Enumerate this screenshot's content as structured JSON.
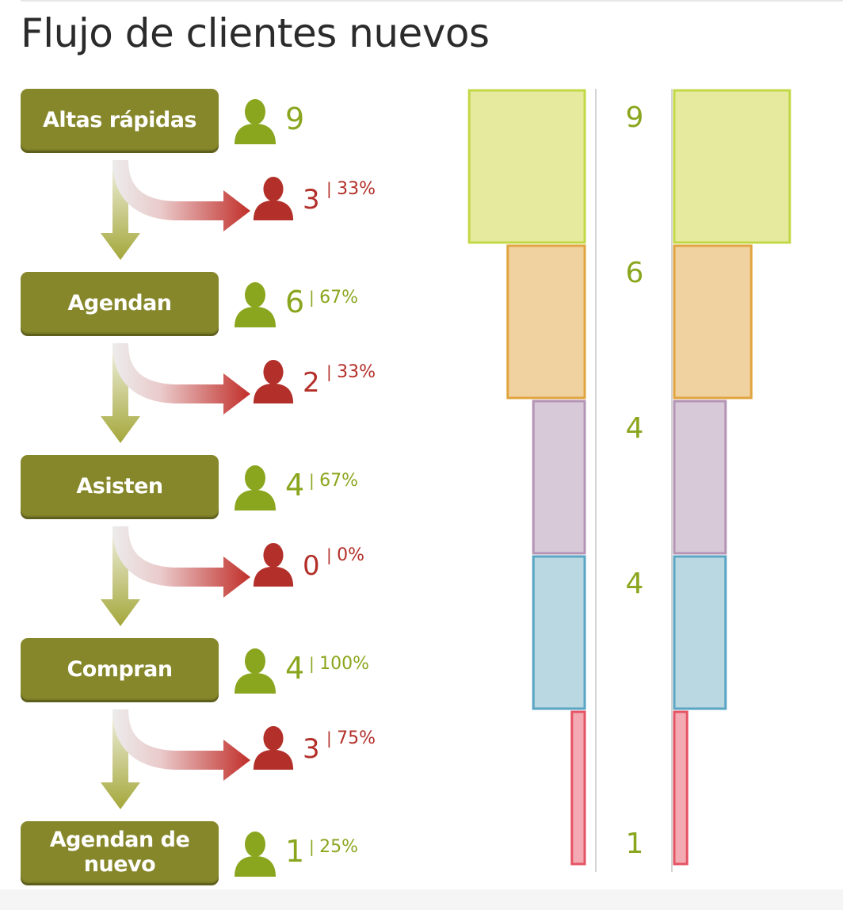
{
  "title": "Flujo de clientes nuevos",
  "colors": {
    "stage_button": "#86872a",
    "positive": "#8aa61e",
    "negative": "#b3302a"
  },
  "icons": {
    "stage": "user-icon",
    "drop": "user-icon"
  },
  "chart_data": {
    "type": "bar",
    "orientation": "funnel",
    "categories": [
      "Altas rápidas",
      "Agendan",
      "Asisten",
      "Compran",
      "Agendan de nuevo"
    ],
    "values": [
      9,
      6,
      4,
      4,
      1
    ],
    "stage_percent": [
      "",
      "67%",
      "67%",
      "100%",
      "25%"
    ],
    "drops": [
      {
        "count": 3,
        "percent": "33%"
      },
      {
        "count": 2,
        "percent": "33%"
      },
      {
        "count": 0,
        "percent": "0%"
      },
      {
        "count": 3,
        "percent": "75%"
      }
    ],
    "bar_colors": [
      {
        "fill": "#e5ea9f",
        "stroke": "#c3d845"
      },
      {
        "fill": "#efd2a0",
        "stroke": "#e0a43f"
      },
      {
        "fill": "#d8c9d8",
        "stroke": "#b494b5"
      },
      {
        "fill": "#b9d8e1",
        "stroke": "#5aa4c4"
      },
      {
        "fill": "#f4aab3",
        "stroke": "#e45464"
      }
    ]
  }
}
